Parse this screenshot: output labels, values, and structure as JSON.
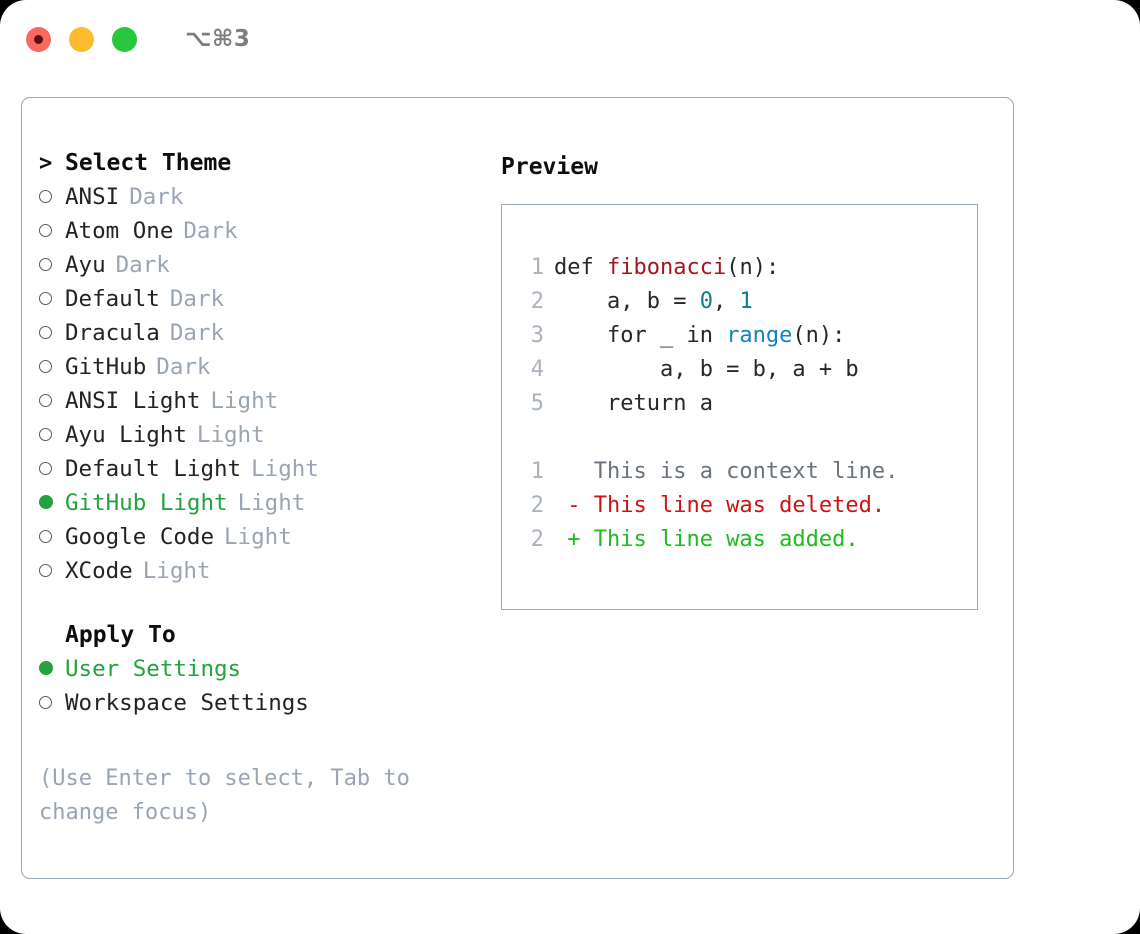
{
  "titlebar": {
    "shortcut": "⌥⌘3",
    "buttons": [
      "close",
      "minimize",
      "maximize"
    ]
  },
  "left": {
    "prompt_marker": ">",
    "heading": "Select Theme",
    "themes": [
      {
        "name": "ANSI",
        "category": "Dark",
        "selected": false
      },
      {
        "name": "Atom One",
        "category": "Dark",
        "selected": false
      },
      {
        "name": "Ayu",
        "category": "Dark",
        "selected": false
      },
      {
        "name": "Default",
        "category": "Dark",
        "selected": false
      },
      {
        "name": "Dracula",
        "category": "Dark",
        "selected": false
      },
      {
        "name": "GitHub",
        "category": "Dark",
        "selected": false
      },
      {
        "name": "ANSI Light",
        "category": "Light",
        "selected": false
      },
      {
        "name": "Ayu Light",
        "category": "Light",
        "selected": false
      },
      {
        "name": "Default Light",
        "category": "Light",
        "selected": false
      },
      {
        "name": "GitHub Light",
        "category": "Light",
        "selected": true
      },
      {
        "name": "Google Code",
        "category": "Light",
        "selected": false
      },
      {
        "name": "XCode",
        "category": "Light",
        "selected": false
      }
    ],
    "apply_to_heading": "Apply To",
    "apply_to": [
      {
        "name": "User Settings",
        "selected": true
      },
      {
        "name": "Workspace Settings",
        "selected": false
      }
    ],
    "hint": "(Use Enter to select, Tab to change focus)"
  },
  "right": {
    "preview_title": "Preview",
    "code_lines": [
      {
        "num": "1",
        "tokens": [
          {
            "t": "def ",
            "c": "plain"
          },
          {
            "t": "fibonacci",
            "c": "fn"
          },
          {
            "t": "(n):",
            "c": "plain"
          }
        ]
      },
      {
        "num": "2",
        "tokens": [
          {
            "t": "    a, b = ",
            "c": "plain"
          },
          {
            "t": "0",
            "c": "num"
          },
          {
            "t": ", ",
            "c": "plain"
          },
          {
            "t": "1",
            "c": "num"
          }
        ]
      },
      {
        "num": "3",
        "tokens": [
          {
            "t": "    for _ in ",
            "c": "plain"
          },
          {
            "t": "range",
            "c": "call"
          },
          {
            "t": "(n):",
            "c": "plain"
          }
        ]
      },
      {
        "num": "4",
        "tokens": [
          {
            "t": "        a, b = b, a + b",
            "c": "plain"
          }
        ]
      },
      {
        "num": "5",
        "tokens": [
          {
            "t": "    return a",
            "c": "plain"
          }
        ]
      }
    ],
    "diff_lines": [
      {
        "num": "1",
        "sign": "  ",
        "text": "This is a context line.",
        "kind": "ctx"
      },
      {
        "num": "2",
        "sign": "- ",
        "text": "This line was deleted.",
        "kind": "del"
      },
      {
        "num": "2",
        "sign": "+ ",
        "text": "This line was added.",
        "kind": "add"
      }
    ]
  },
  "colors": {
    "accent_green": "#22a33c",
    "muted": "#9aa5b4",
    "border": "#9aa8b8",
    "diff_del": "#cc1414",
    "diff_add": "#1bbc1b",
    "token_fn": "#a4161f",
    "token_num": "#0b7f84",
    "token_call": "#1283bf"
  }
}
